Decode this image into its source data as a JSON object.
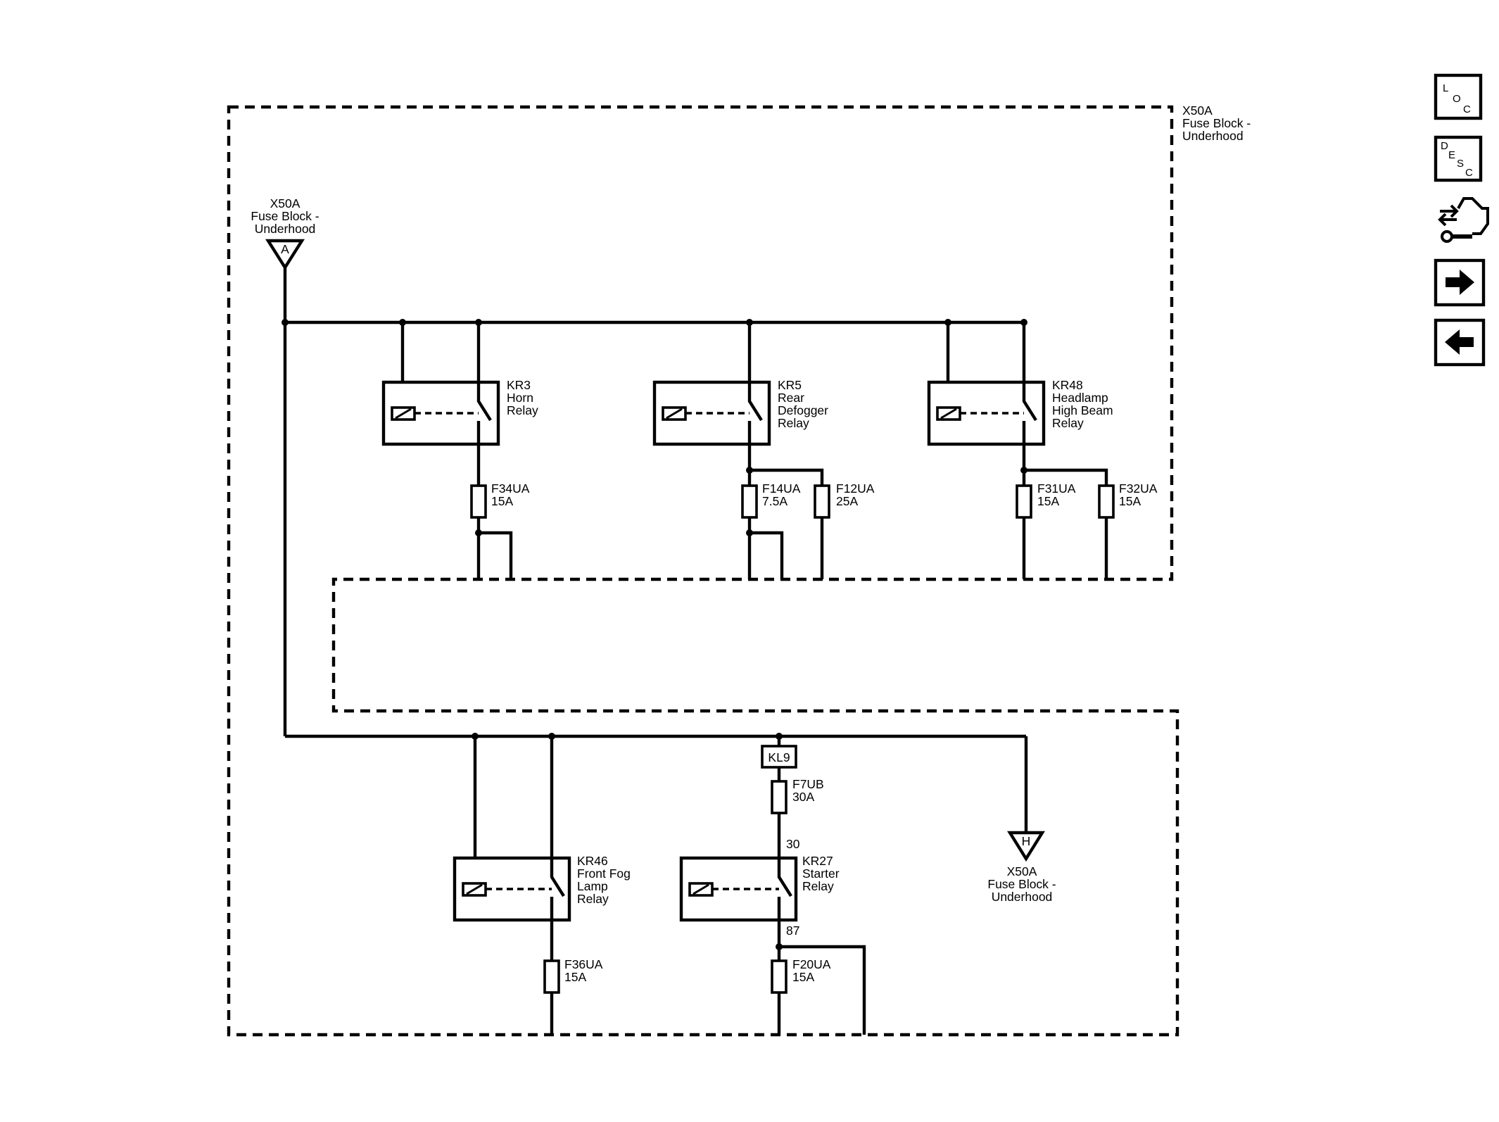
{
  "top_block": {
    "line1": "X50A",
    "line2": "Fuse Block -",
    "line3": "Underhood"
  },
  "connector_a": {
    "line1": "X50A",
    "line2": "Fuse Block -",
    "line3": "Underhood",
    "pin": "A"
  },
  "connector_h": {
    "line1": "X50A",
    "line2": "Fuse Block -",
    "line3": "Underhood",
    "pin": "H"
  },
  "relays": [
    {
      "id": "KR3",
      "lines": [
        "KR3",
        "Horn",
        "Relay"
      ]
    },
    {
      "id": "KR5",
      "lines": [
        "KR5",
        "Rear",
        "Defogger",
        "Relay"
      ]
    },
    {
      "id": "KR48",
      "lines": [
        "KR48",
        "Headlamp",
        "High Beam",
        "Relay"
      ]
    },
    {
      "id": "KR46",
      "lines": [
        "KR46",
        "Front Fog",
        "Lamp",
        "Relay"
      ]
    },
    {
      "id": "KR27",
      "lines": [
        "KR27",
        "Starter",
        "Relay"
      ]
    }
  ],
  "fuses": [
    {
      "name": "F34UA",
      "rating": "15A"
    },
    {
      "name": "F14UA",
      "rating": "7.5A"
    },
    {
      "name": "F12UA",
      "rating": "25A"
    },
    {
      "name": "F31UA",
      "rating": "15A"
    },
    {
      "name": "F32UA",
      "rating": "15A"
    },
    {
      "name": "F7UB",
      "rating": "30A"
    },
    {
      "name": "F36UA",
      "rating": "15A"
    },
    {
      "name": "F20UA",
      "rating": "15A"
    }
  ],
  "fusible_link": "KL9",
  "pins": {
    "kr27_in": "30",
    "kr27_out": "87"
  },
  "nav": {
    "loc": [
      "L",
      "O",
      "C"
    ],
    "desc": [
      "D",
      "E",
      "S",
      "C"
    ],
    "tool_icon": "connector-wrench-icon",
    "next_icon": "arrow-right-icon",
    "prev_icon": "arrow-left-icon"
  }
}
